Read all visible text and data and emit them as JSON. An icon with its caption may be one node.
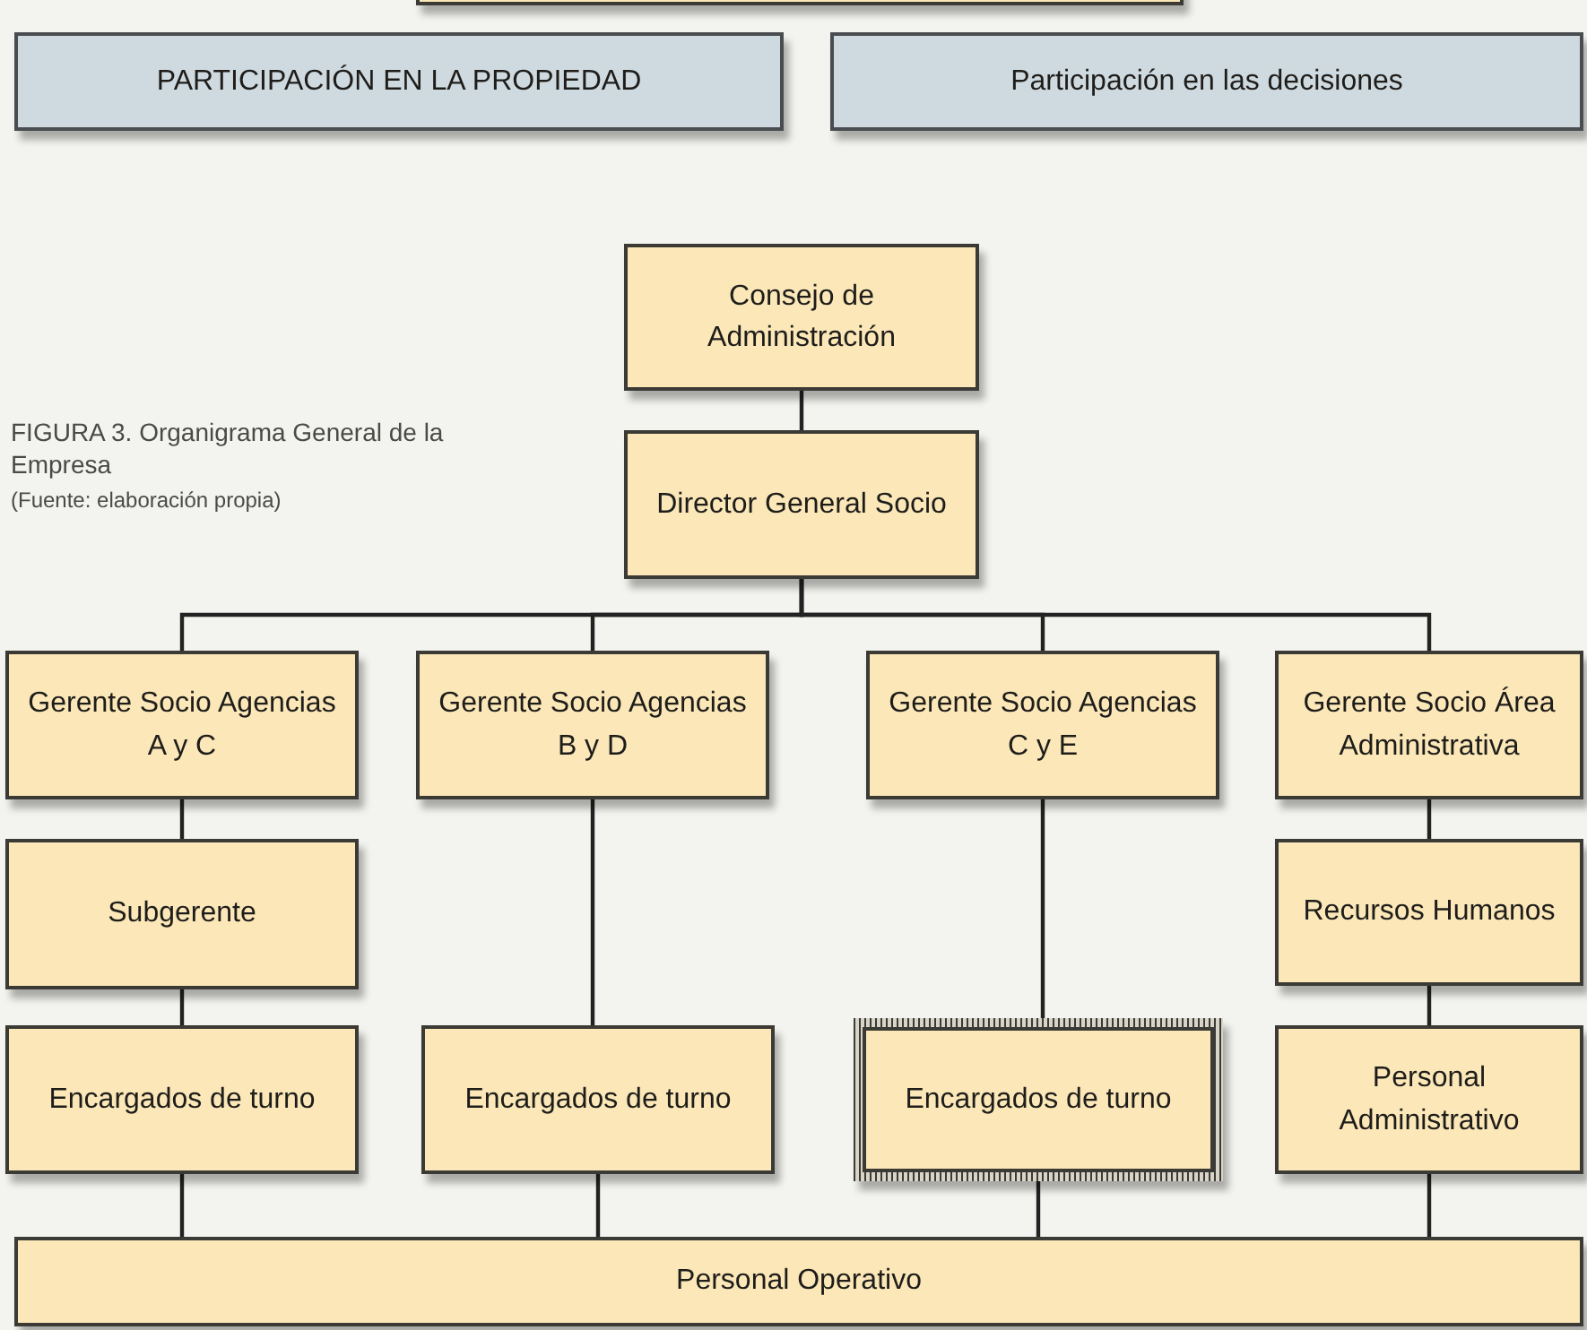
{
  "diagram": {
    "caption": "FIGURA 3. Organigrama General de la Empresa",
    "nodes": [
      {
        "text": [],
        "shape": "box"
      },
      {
        "text": [
          "PARTICIPACIÓN EN LA PROPIEDAD"
        ]
      },
      {
        "text": [
          "Participación en las decisiones"
        ]
      },
      {
        "text": [
          "Consejo de Administración"
        ]
      },
      {
        "text": [
          "Director General Socio"
        ]
      },
      {
        "text": [
          "Gerente Socio Agencias A y C"
        ]
      },
      {
        "text": [
          "Gerente Socio Agencias B y D"
        ]
      },
      {
        "text": [
          "Gerente Socio Agencias C y E"
        ]
      },
      {
        "text": [
          "Gerente Socio Área Administrativa"
        ]
      },
      {
        "text": [
          "Subgerente"
        ]
      },
      {
        "text": [
          "Recursos Humanos"
        ]
      },
      {
        "text": [
          "Encargados de turno"
        ]
      },
      {
        "text": [
          "Encargados de turno"
        ]
      },
      {
        "text": [
          "Encargados de turno"
        ]
      },
      {
        "text": [
          "Personal Administrativo"
        ]
      },
      {
        "text": [
          "Personal Operativo"
        ]
      }
    ],
    "edges": [
      {
        "from": 3,
        "to": 4,
        "arrow": "none"
      },
      {
        "from": 4,
        "to": 5,
        "arrow": "none"
      },
      {
        "from": 4,
        "to": 6,
        "arrow": "none"
      },
      {
        "from": 4,
        "to": 7,
        "arrow": "none"
      },
      {
        "from": 4,
        "to": 8,
        "arrow": "none"
      },
      {
        "from": 5,
        "to": 9,
        "arrow": "none"
      },
      {
        "from": 9,
        "to": 11,
        "arrow": "none"
      },
      {
        "from": 6,
        "to": 12,
        "arrow": "none"
      },
      {
        "from": 7,
        "to": 13,
        "arrow": "none"
      },
      {
        "from": 8,
        "to": 10,
        "arrow": "none"
      },
      {
        "from": 10,
        "to": 14,
        "arrow": "none"
      },
      {
        "from": 11,
        "to": 15,
        "arrow": "none"
      },
      {
        "from": 12,
        "to": 15,
        "arrow": "none"
      },
      {
        "from": 13,
        "to": 15,
        "arrow": "none"
      },
      {
        "from": 14,
        "to": 15,
        "arrow": "none"
      }
    ],
    "labels": [
      "(Fuente: elaboración propia)"
    ]
  }
}
